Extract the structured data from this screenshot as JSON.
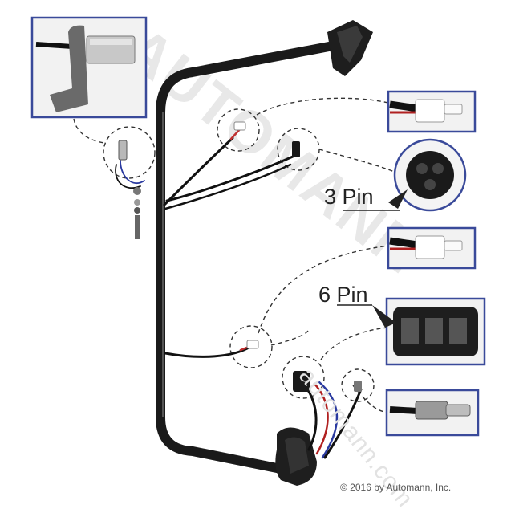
{
  "labels": {
    "three_pin": "3 Pin",
    "six_pin": "6 Pin"
  },
  "copyright": "© 2016 by Automann, Inc.",
  "watermark": {
    "brand": "AUTOMANN",
    "url": "automann.com"
  },
  "colors": {
    "frame_border": "#3a4a9a",
    "arm": "#1a1a1a",
    "dash_line": "#333333"
  }
}
